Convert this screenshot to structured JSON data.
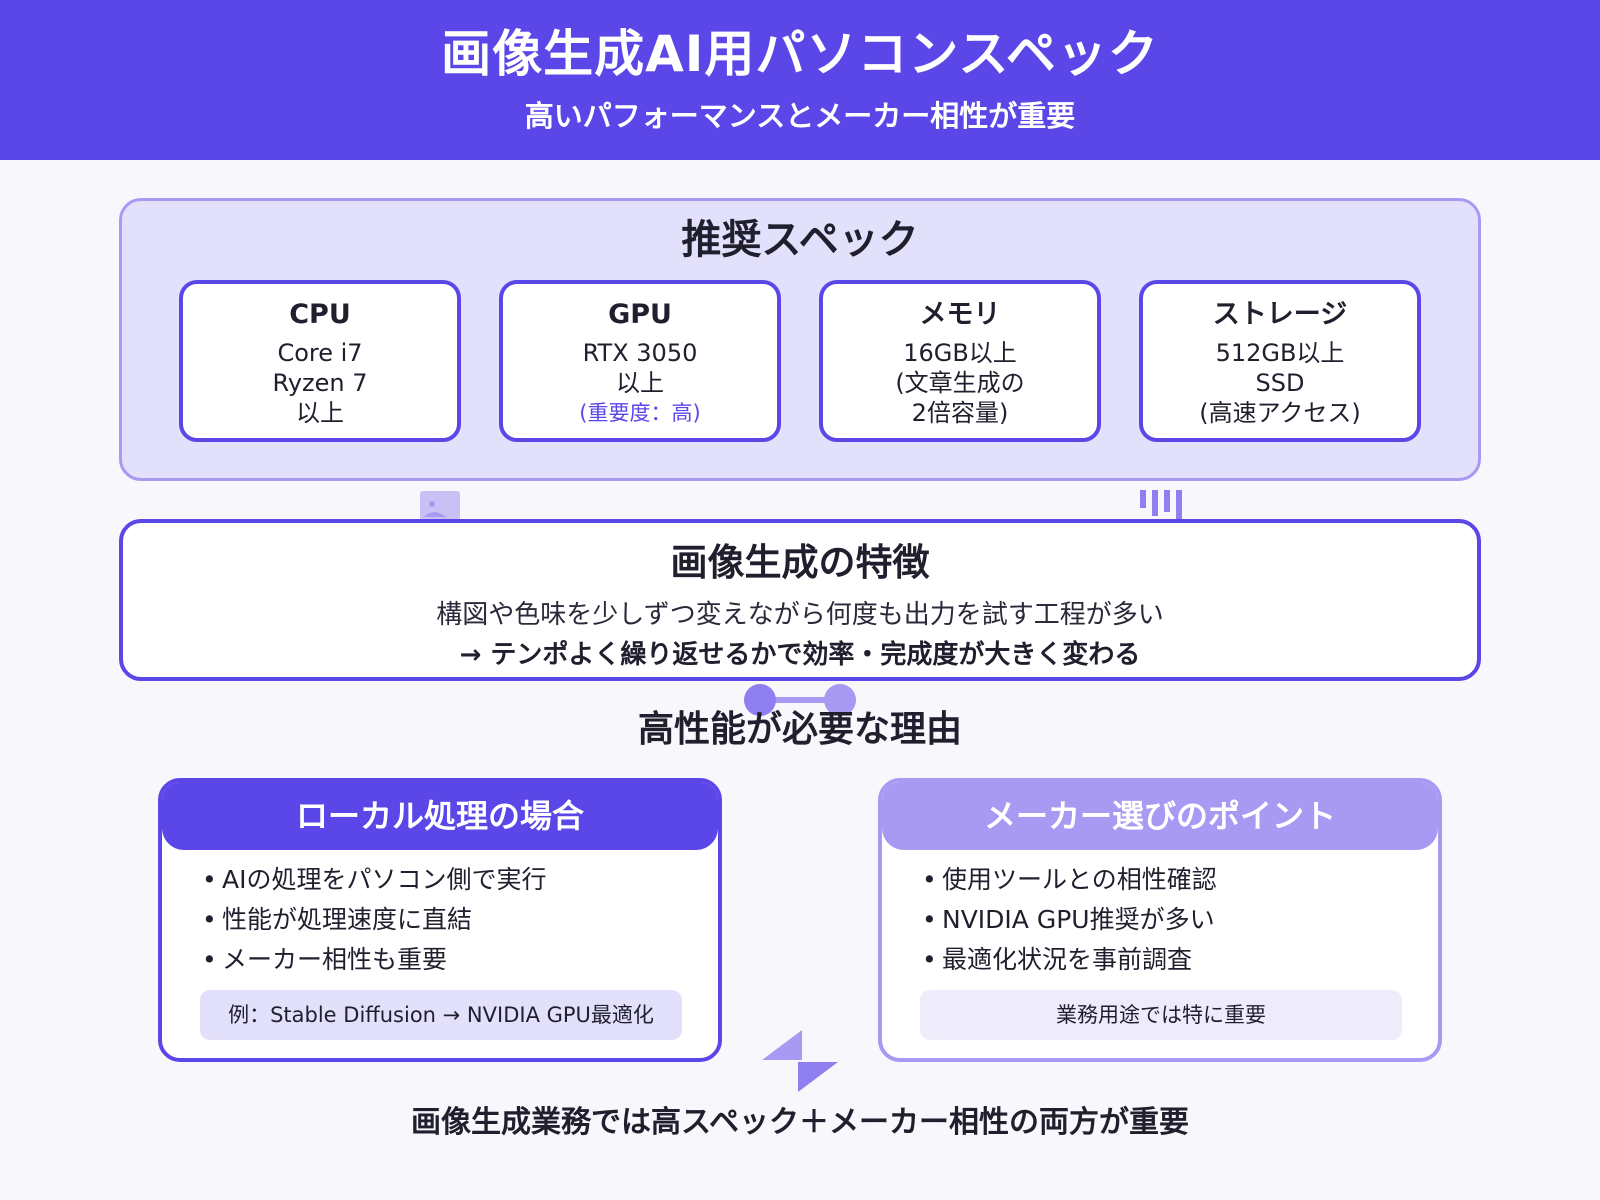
{
  "header": {
    "title": "画像生成AI用パソコンスペック",
    "subtitle": "高いパフォーマンスとメーカー相性が重要"
  },
  "specs": {
    "title": "推奨スペック",
    "cards": [
      {
        "title": "CPU",
        "lines": [
          "Core i7",
          "Ryzen 7",
          "以上"
        ]
      },
      {
        "title": "GPU",
        "lines": [
          "RTX 3050",
          "以上"
        ],
        "note": "(重要度：高)"
      },
      {
        "title": "メモリ",
        "lines": [
          "16GB以上",
          "(文章生成の",
          "2倍容量)"
        ]
      },
      {
        "title": "ストレージ",
        "lines": [
          "512GB以上",
          "SSD",
          "(高速アクセス)"
        ]
      }
    ]
  },
  "features": {
    "title": "画像生成の特徴",
    "description": "構図や色味を少しずつ変えながら何度も出力を試す工程が多い",
    "emphasis": "→ テンポよく繰り返せるかで効率・完成度が大きく変わる"
  },
  "reasons": {
    "title": "高性能が必要な理由"
  },
  "local_processing": {
    "title": "ローカル処理の場合",
    "bullet": "•",
    "items": [
      "AIの処理をパソコン側で実行",
      "性能が処理速度に直結",
      "メーカー相性も重要"
    ],
    "note": "例：Stable Diffusion → NVIDIA GPU最適化"
  },
  "maker_points": {
    "title": "メーカー選びのポイント",
    "bullet": "•",
    "items": [
      "使用ツールとの相性確認",
      "NVIDIA GPU推奨が多い",
      "最適化状況を事前調査"
    ],
    "note": "業務用途では特に重要"
  },
  "footer": {
    "text": "画像生成業務では高スペック＋メーカー相性の両方が重要"
  },
  "colors": {
    "primary": "#5b46e8",
    "secondary": "#a89af2",
    "panel_bg": "#e3e0fb",
    "page_bg": "#f7f7fc"
  }
}
